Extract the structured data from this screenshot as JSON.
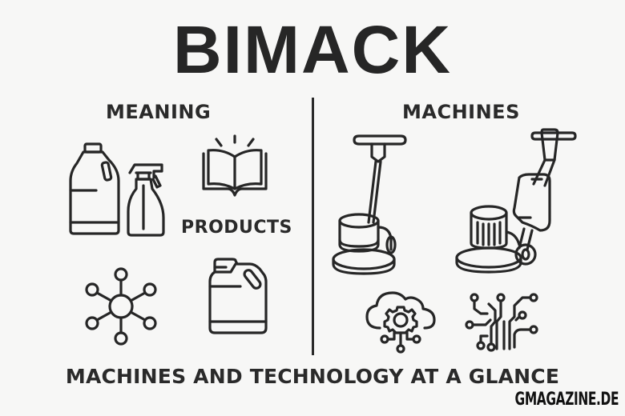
{
  "title": "BIMACK",
  "sections": {
    "left": {
      "heading": "MEANING",
      "sub_label": "PRODUCTS"
    },
    "right": {
      "heading": "MACHINES"
    }
  },
  "icons": {
    "left": [
      "detergent-jug-icon",
      "spray-bottle-icon",
      "open-book-icon",
      "network-hub-icon",
      "jerrycan-icon"
    ],
    "right": [
      "single-disc-floor-machine-icon",
      "scrubber-dryer-machine-icon",
      "cloud-gear-icon",
      "circuit-icon"
    ]
  },
  "footer": {
    "tagline": "MACHINES AND TECHNOLOGY AT A GLANCE",
    "brand": "GMAGAZINE.DE"
  },
  "colors": {
    "background": "#f7f7f6",
    "ink": "#262626"
  }
}
